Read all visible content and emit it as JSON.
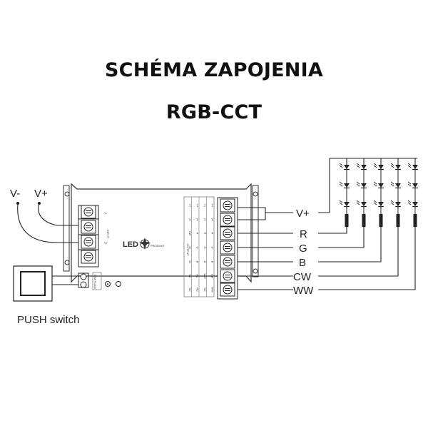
{
  "title": {
    "line1": "SCHÉMA ZAPOJENIA",
    "line2": "RGB-CCT"
  },
  "power": {
    "minus": "V-",
    "plus": "V+"
  },
  "switch": {
    "label": "PUSH switch"
  },
  "outputs": [
    "V+",
    "R",
    "G",
    "B",
    "CW",
    "WW"
  ],
  "controller": {
    "logo_left": "LED",
    "logo_right": "PRODUKT",
    "input_label": "INPUT",
    "output_label": "OUTPUT",
    "input_pins": [
      "V-",
      "V+"
    ],
    "output_table_columns": [
      [
        "V+",
        "V+",
        "CW",
        "W",
        "W",
        "NC",
        "NC"
      ],
      [
        "V+",
        "V+",
        "R",
        "G",
        "B",
        "NC",
        "NC"
      ],
      [
        "V+",
        "V+",
        "R",
        "G",
        "B",
        "WW",
        "NC"
      ],
      [
        "V+",
        "V+",
        "R",
        "G",
        "B",
        "CW",
        "WW"
      ]
    ],
    "button_label": "DIM PUSH"
  },
  "colors": {
    "line": "#222222",
    "device_outline": "#333333"
  }
}
